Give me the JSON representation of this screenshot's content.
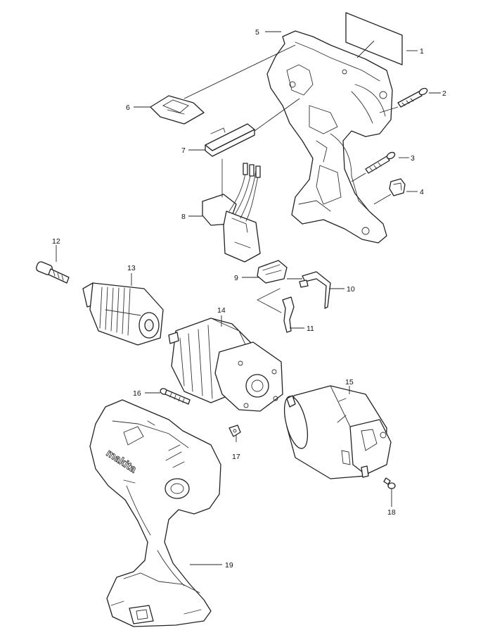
{
  "brand": "makita",
  "callouts": [
    {
      "id": "p1",
      "label": "1"
    },
    {
      "id": "p2",
      "label": "2"
    },
    {
      "id": "p3",
      "label": "3"
    },
    {
      "id": "p4",
      "label": "4"
    },
    {
      "id": "p5",
      "label": "5"
    },
    {
      "id": "p6",
      "label": "6"
    },
    {
      "id": "p7",
      "label": "7"
    },
    {
      "id": "p8",
      "label": "8"
    },
    {
      "id": "p9",
      "label": "9"
    },
    {
      "id": "p10",
      "label": "10"
    },
    {
      "id": "p11",
      "label": "11"
    },
    {
      "id": "p12",
      "label": "12"
    },
    {
      "id": "p13",
      "label": "13"
    },
    {
      "id": "p14",
      "label": "14"
    },
    {
      "id": "p15",
      "label": "15"
    },
    {
      "id": "p16",
      "label": "16"
    },
    {
      "id": "p17",
      "label": "17"
    },
    {
      "id": "p18",
      "label": "18"
    },
    {
      "id": "p19",
      "label": "19"
    }
  ]
}
